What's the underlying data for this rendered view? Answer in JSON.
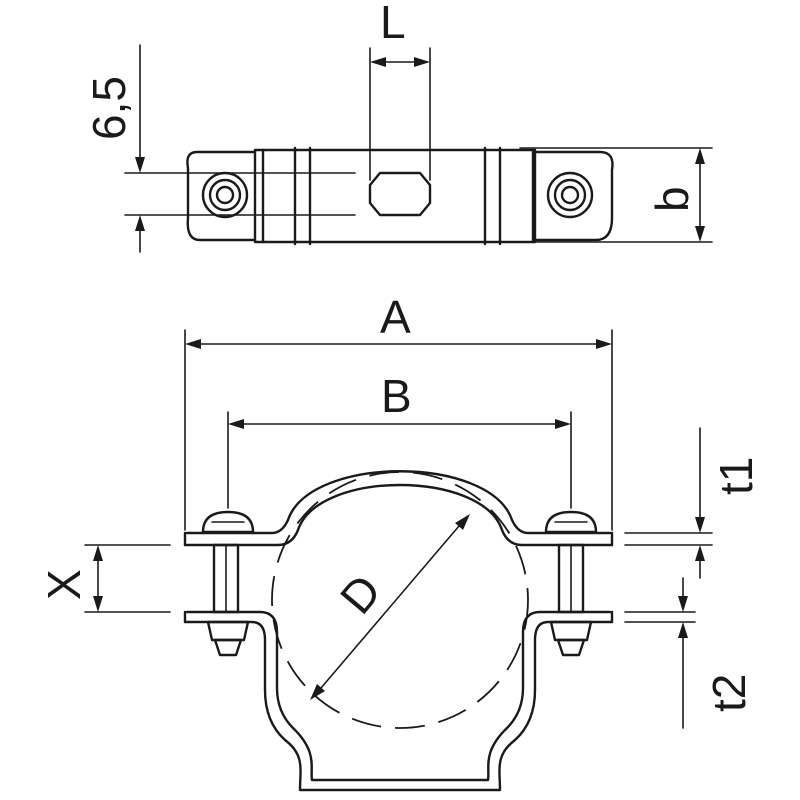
{
  "labels": {
    "L": "L",
    "dim_6_5": "6,5",
    "b": "b",
    "A": "A",
    "B": "B",
    "t1": "t1",
    "X": "X",
    "D": "D",
    "t2": "t2"
  }
}
